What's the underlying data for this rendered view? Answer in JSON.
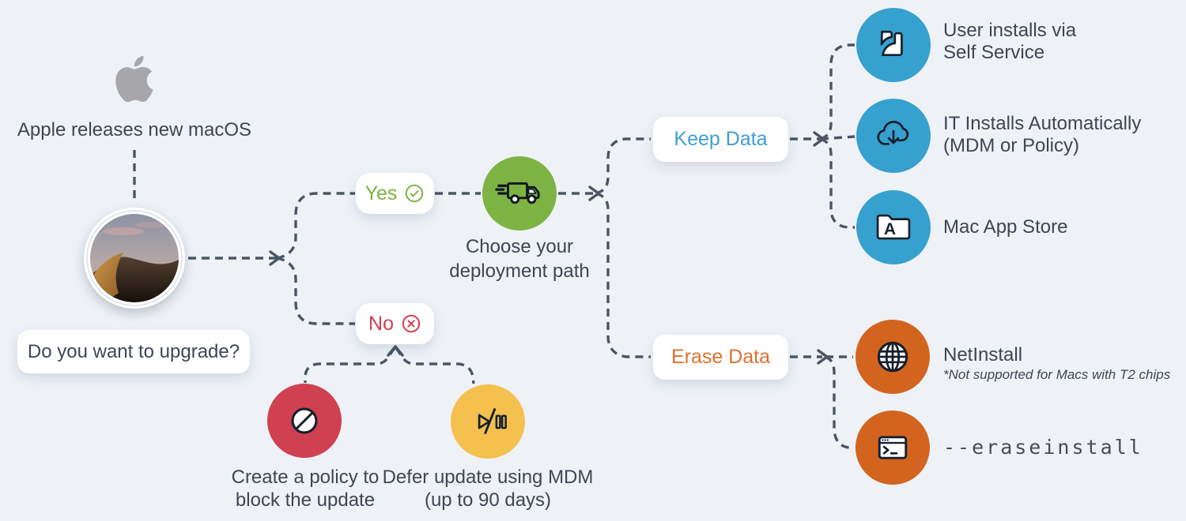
{
  "palette": {
    "background": "#eef2f7",
    "connector_line": "#4b5564",
    "text": "#3e4653",
    "green": "#7db342",
    "red": "#cf4050",
    "yellow": "#f4c04e",
    "blue": "#36a0ce",
    "orange": "#d2641f",
    "keep_data_text": "#3f9fd4",
    "erase_data_text": "#e0702e",
    "apple_gray": "#a7a7ab"
  },
  "nodes": {
    "apple_release": "Apple releases new macOS",
    "question": "Do you want to upgrade?",
    "yes": "Yes",
    "no": "No",
    "deployment": "Choose your\ndeployment path",
    "keep_data": "Keep Data",
    "erase_data": "Erase Data",
    "self_service": "User installs via\nSelf Service",
    "mdm": "IT Installs Automatically\n(MDM or Policy)",
    "mac_app_store": "Mac App Store",
    "netinstall": "NetInstall",
    "netinstall_note": "*Not supported for Macs with T2 chips",
    "eraseinstall": "--eraseinstall",
    "block_update": "Create a policy to\nblock the update",
    "defer_update": "Defer update using MDM\n(up to 90 days)"
  },
  "icons": {
    "apple_logo": "apple-logo",
    "macos_mojave": "macos-mojave-disc",
    "yes_check": "check-circle",
    "no_x": "x-circle",
    "truck": "delivery-truck",
    "self_service": "jamf-self-service",
    "cloud_download": "cloud-download",
    "folder_letter": "A",
    "globe": "globe",
    "terminal": "terminal-window",
    "block": "prohibition-sign",
    "play_pause": "play-pause"
  }
}
